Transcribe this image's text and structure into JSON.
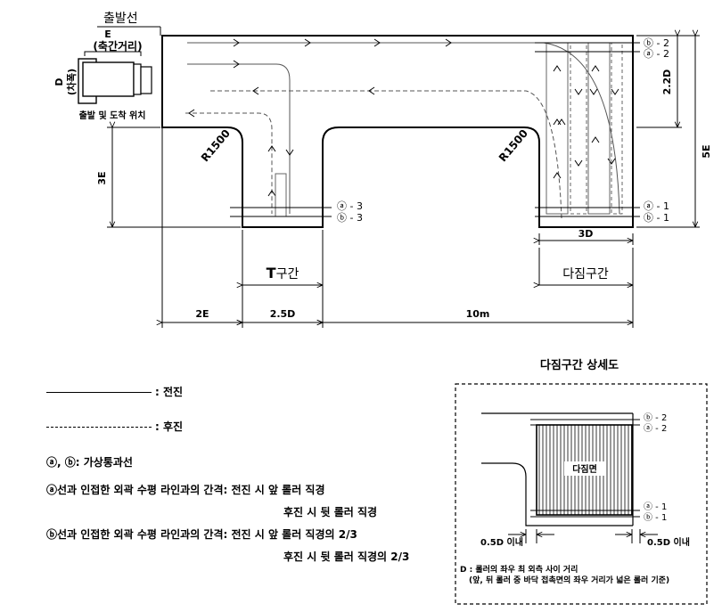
{
  "diagram": {
    "start_line": "출발선",
    "e_label": "E",
    "axle_label": "(축간거리)",
    "d_label": "D",
    "width_label": "(차폭)",
    "start_position": "출발 및 도착 위치",
    "r1500": "R1500",
    "r1500_right": "R1500",
    "lines": {
      "b2": "ⓑ - 2",
      "a2": "ⓐ - 2",
      "a1": "ⓐ - 1",
      "b1": "ⓑ - 1",
      "a3": "ⓐ - 3",
      "b3": "ⓑ - 3"
    },
    "dims": {
      "d22": "2.2D",
      "e5": "5E",
      "e3": "3E",
      "d3": "3D",
      "e2": "2E",
      "d25": "2.5D",
      "m10": "10m"
    },
    "t_zone_t": "T",
    "t_zone_rest": "구간",
    "compaction_zone": "다짐구간"
  },
  "detail": {
    "title": "다짐구간 상세도",
    "surface": "다짐면",
    "b2": "ⓑ - 2",
    "a2": "ⓐ - 2",
    "a1": "ⓐ - 1",
    "b1": "ⓑ - 1",
    "within_left": "0.5D 이내",
    "within_right": "0.5D 이내",
    "note1": "D : 롤러의 좌우 최 외측 사이 거리",
    "note2": "(앞, 뒤 롤러 중 바닥 접촉면의 좌우 거리가 넓은 롤러 기준)"
  },
  "legend": {
    "forward": ": 전진",
    "backward": ": 후진",
    "virtual_lines": "ⓐ, ⓑ: 가상통과선",
    "a_line_1": "ⓐ선과 인접한 외곽 수평 라인과의 간격: 전진 시 앞 롤러 직경",
    "a_line_2": "후진 시 뒷 롤러 직경",
    "b_line_1": "ⓑ선과 인접한 외곽 수평 라인과의 간격: 전진 시 앞 롤러 직경의 2/3",
    "b_line_2": "후진 시 뒷 롤러 직경의 2/3"
  }
}
